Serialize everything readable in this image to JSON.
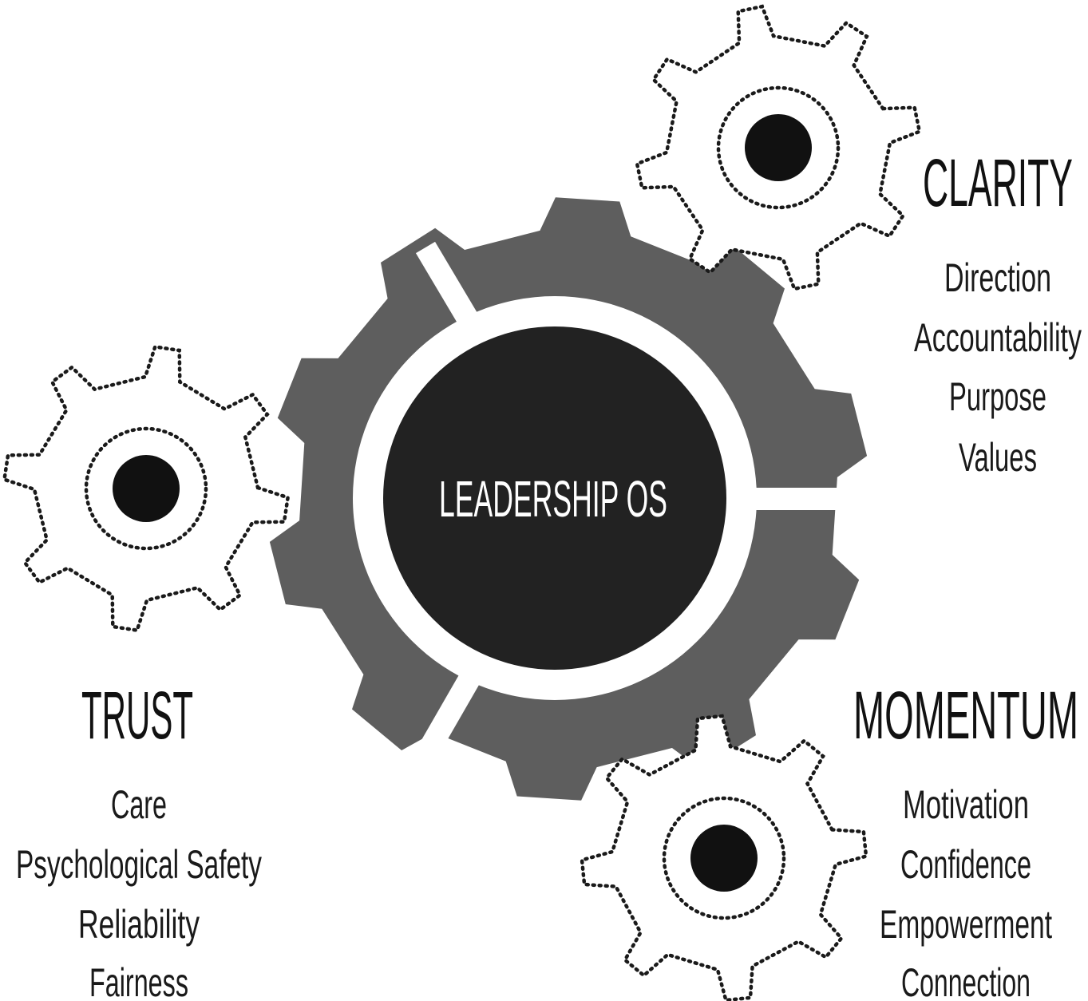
{
  "center": {
    "label": "LEADERSHIP OS"
  },
  "clarity": {
    "title": "CLARITY",
    "items": [
      "Direction",
      "Accountability",
      "Purpose",
      "Values"
    ]
  },
  "trust": {
    "title": "TRUST",
    "items": [
      "Care",
      "Psychological Safety",
      "Reliability",
      "Fairness"
    ]
  },
  "momentum": {
    "title": "MOMENTUM",
    "items": [
      "Motivation",
      "Confidence",
      "Empowerment",
      "Connection"
    ]
  },
  "colors": {
    "ring": "#5e5e5e",
    "core": "#222222",
    "hub": "#111111",
    "dots": "#1a1a1a",
    "text": "#111111"
  }
}
